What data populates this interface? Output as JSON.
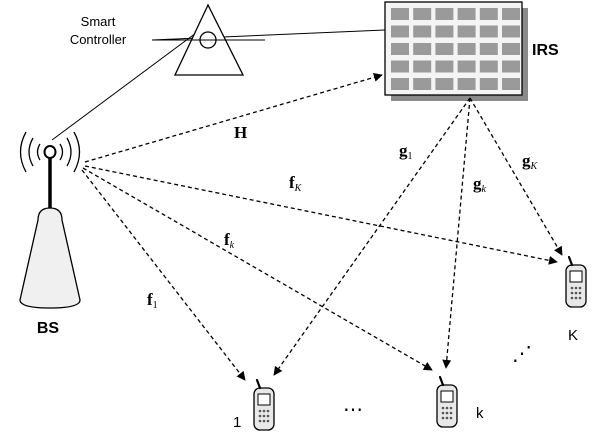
{
  "labels": {
    "smart_controller_line1": "Smart",
    "smart_controller_line2": "Controller",
    "irs": "IRS",
    "bs": "BS",
    "H": "H",
    "g1_main": "g",
    "g1_sub": "1",
    "gk_main": "g",
    "gk_sub": "k",
    "gK_main": "g",
    "gK_sub": "K",
    "fK_main": "f",
    "fK_sub": "K",
    "fk_main": "f",
    "fk_sub": "k",
    "f1_main": "f",
    "f1_sub": "1",
    "user_1": "1",
    "user_k": "k",
    "user_K": "K",
    "ellipsis_horizontal": "⋯",
    "ellipsis_diagonal": "⋰"
  },
  "colors": {
    "stroke": "#000000",
    "irs_panel": "#f4f4f4",
    "irs_element": "#9a9a9a",
    "irs_shadow": "#8a8a8a",
    "phone_body": "#e8e8e8"
  }
}
